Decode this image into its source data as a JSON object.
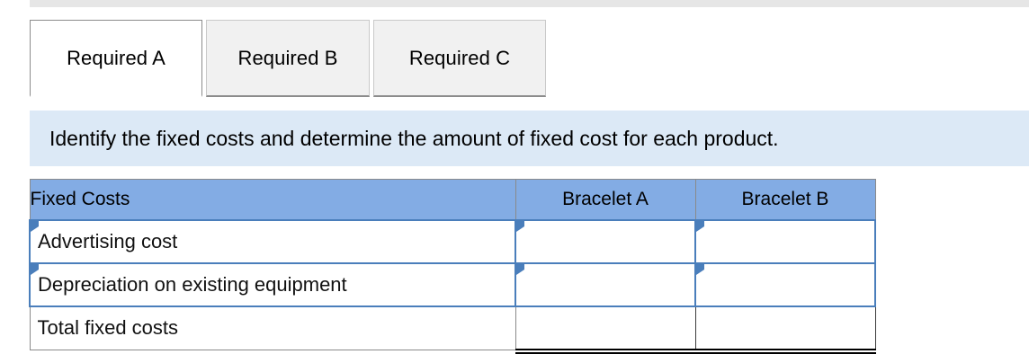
{
  "tabs": [
    {
      "label": "Required A",
      "active": true
    },
    {
      "label": "Required B",
      "active": false
    },
    {
      "label": "Required C",
      "active": false
    }
  ],
  "instruction": {
    "text": "Identify the fixed costs and determine the amount of fixed cost for each product."
  },
  "table": {
    "headers": [
      "Fixed Costs",
      "Bracelet A",
      "Bracelet B"
    ],
    "rows": [
      {
        "label": "Advertising cost",
        "bracelet_a": "",
        "bracelet_b": "",
        "editable": true
      },
      {
        "label": "Depreciation on existing equipment",
        "bracelet_a": "",
        "bracelet_b": "",
        "editable": true
      },
      {
        "label": "Total fixed costs",
        "bracelet_a": "",
        "bracelet_b": "",
        "editable": false
      }
    ]
  },
  "colors": {
    "header_blue": "#83ace4",
    "banner_blue": "#dce9f6",
    "cell_border_blue": "#4a7ebb",
    "tab_inactive": "#f1f1f1",
    "strip_gray": "#e6e6e6"
  }
}
